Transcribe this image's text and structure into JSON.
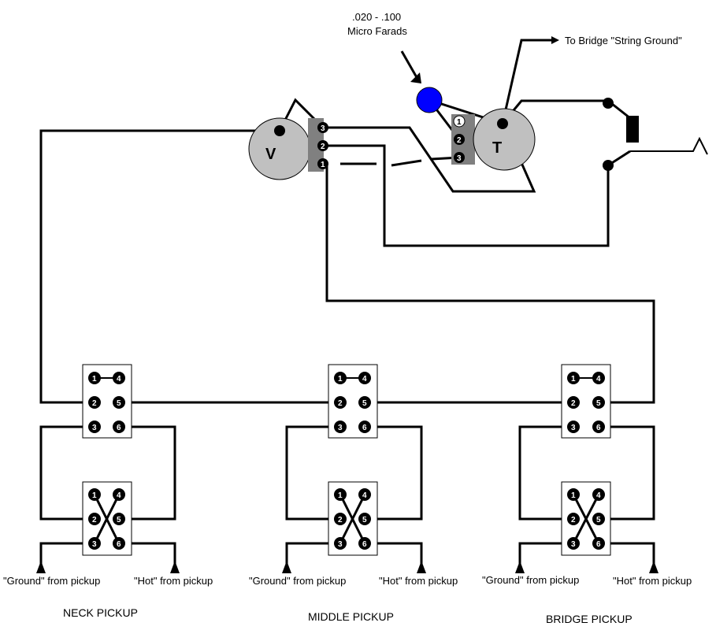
{
  "capacitor": {
    "value_line1": ".020 - .100",
    "value_line2": "Micro Farads",
    "color": "#0000ff"
  },
  "bridge_label": "To Bridge \"String Ground\"",
  "volume_pot": {
    "letter": "V",
    "lugs": [
      "3",
      "2",
      "1"
    ]
  },
  "tone_pot": {
    "letter": "T",
    "lugs": [
      "1",
      "2",
      "3"
    ]
  },
  "switch_pins": {
    "top": [
      [
        "1",
        "4"
      ],
      [
        "2",
        "5"
      ],
      [
        "3",
        "6"
      ]
    ],
    "bottom": [
      [
        "1",
        "4"
      ],
      [
        "2",
        "5"
      ],
      [
        "3",
        "6"
      ]
    ]
  },
  "labels": {
    "ground": "\"Ground\" from pickup",
    "hot": "\"Hot\" from pickup"
  },
  "pickups": [
    {
      "name": "NECK PICKUP"
    },
    {
      "name": "MIDDLE PICKUP"
    },
    {
      "name": "BRIDGE PICKUP"
    }
  ],
  "colors": {
    "pot_body": "#c0c0c0",
    "lug_plate": "#808080",
    "wire": "#000000"
  }
}
